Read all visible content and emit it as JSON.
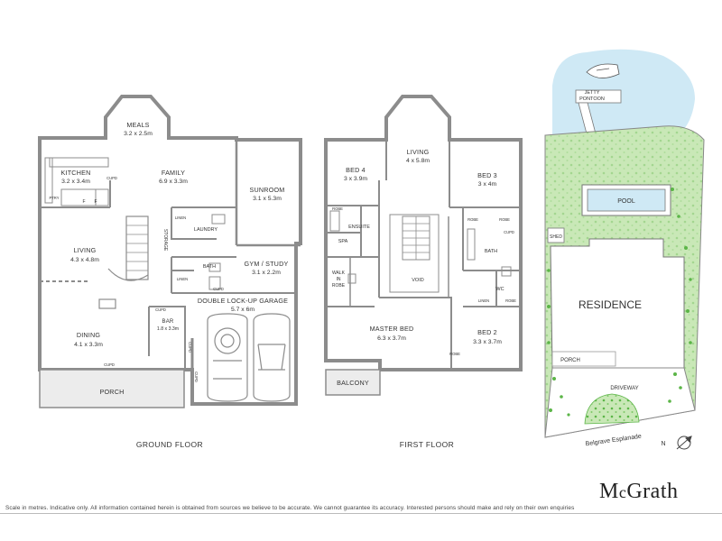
{
  "ground_floor": {
    "title": "GROUND FLOOR",
    "rooms": [
      {
        "name": "MEALS",
        "dims": "3.2 x 2.5m"
      },
      {
        "name": "KITCHEN",
        "dims": "3.2 x 3.4m"
      },
      {
        "name": "FAMILY",
        "dims": "6.9 x 3.3m"
      },
      {
        "name": "SUNROOM",
        "dims": "3.1 x 5.3m"
      },
      {
        "name": "LIVING",
        "dims": "4.3 x 4.8m"
      },
      {
        "name": "GYM / STUDY",
        "dims": "3.1 x 2.2m"
      },
      {
        "name": "DOUBLE LOCK-UP GARAGE",
        "dims": "5.7 x 6m"
      },
      {
        "name": "DINING",
        "dims": "4.1 x 3.3m"
      },
      {
        "name": "BAR",
        "dims": "1.8 x 3.3m"
      },
      {
        "name": "PORCH",
        "dims": ""
      }
    ],
    "small_labels": {
      "storage": "STORAGE",
      "laundry": "LAUNDRY",
      "bath": "BATH",
      "linen": "LINEN",
      "linen2": "LINEN",
      "pty": "PTRY",
      "cupd": "CUPD",
      "f": "F"
    }
  },
  "first_floor": {
    "title": "FIRST FLOOR",
    "rooms": [
      {
        "name": "BED 4",
        "dims": "3 x 3.9m"
      },
      {
        "name": "LIVING",
        "dims": "4 x 5.8m"
      },
      {
        "name": "BED 3",
        "dims": "3 x 4m"
      },
      {
        "name": "MASTER BED",
        "dims": "6.3 x 3.7m"
      },
      {
        "name": "BED 2",
        "dims": "3.3 x 3.7m"
      },
      {
        "name": "BALCONY",
        "dims": ""
      }
    ],
    "small_labels": {
      "ensuite": "ENSUITE",
      "spa": "SPA",
      "walk_in_robe": [
        "WALK",
        "IN",
        "ROBE"
      ],
      "void": "VOID",
      "bath": "BATH",
      "wc": "WC",
      "robe": "ROBE",
      "linen": "LINEN",
      "cupd": "CUPD"
    }
  },
  "site": {
    "jetty": "JETTY",
    "pontoon": "PONTOON",
    "pool": "POOL",
    "shed": "SHED",
    "residence": "RESIDENCE",
    "porch": "PORCH",
    "driveway": "DRIVEWAY",
    "street": "Belgrave Esplanade",
    "north": "N"
  },
  "colors": {
    "wall": "#8c8c8c",
    "porch_fill": "#ececec",
    "grass": "#c9e8b7",
    "water": "#cfe9f5",
    "tree": "#5bb547"
  },
  "logo": {
    "part1": "M",
    "part2": "c",
    "part3": "Grath"
  },
  "disclaimer": "Scale in metres. Indicative only. All information contained herein is obtained from sources we believe to be accurate. We cannot guarantee its accuracy. Interested persons should make and rely on their own enquiries"
}
